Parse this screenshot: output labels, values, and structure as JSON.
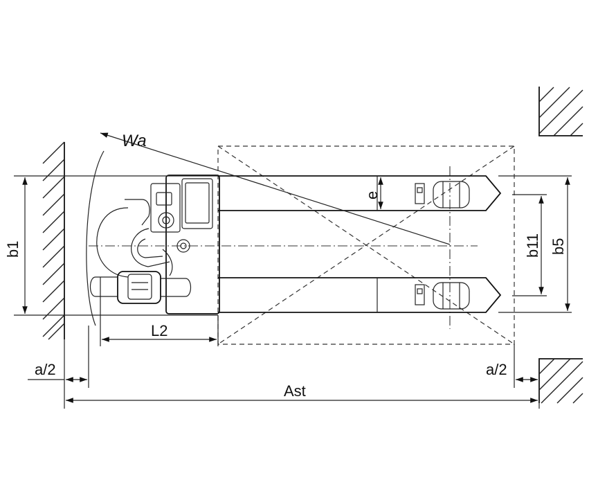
{
  "labels": {
    "wa": "Wa",
    "e": "e",
    "b1": "b1",
    "b11": "b11",
    "b5": "b5",
    "l2": "L2",
    "a2_left": "a/2",
    "a2_right": "a/2",
    "ast": "Ast"
  }
}
